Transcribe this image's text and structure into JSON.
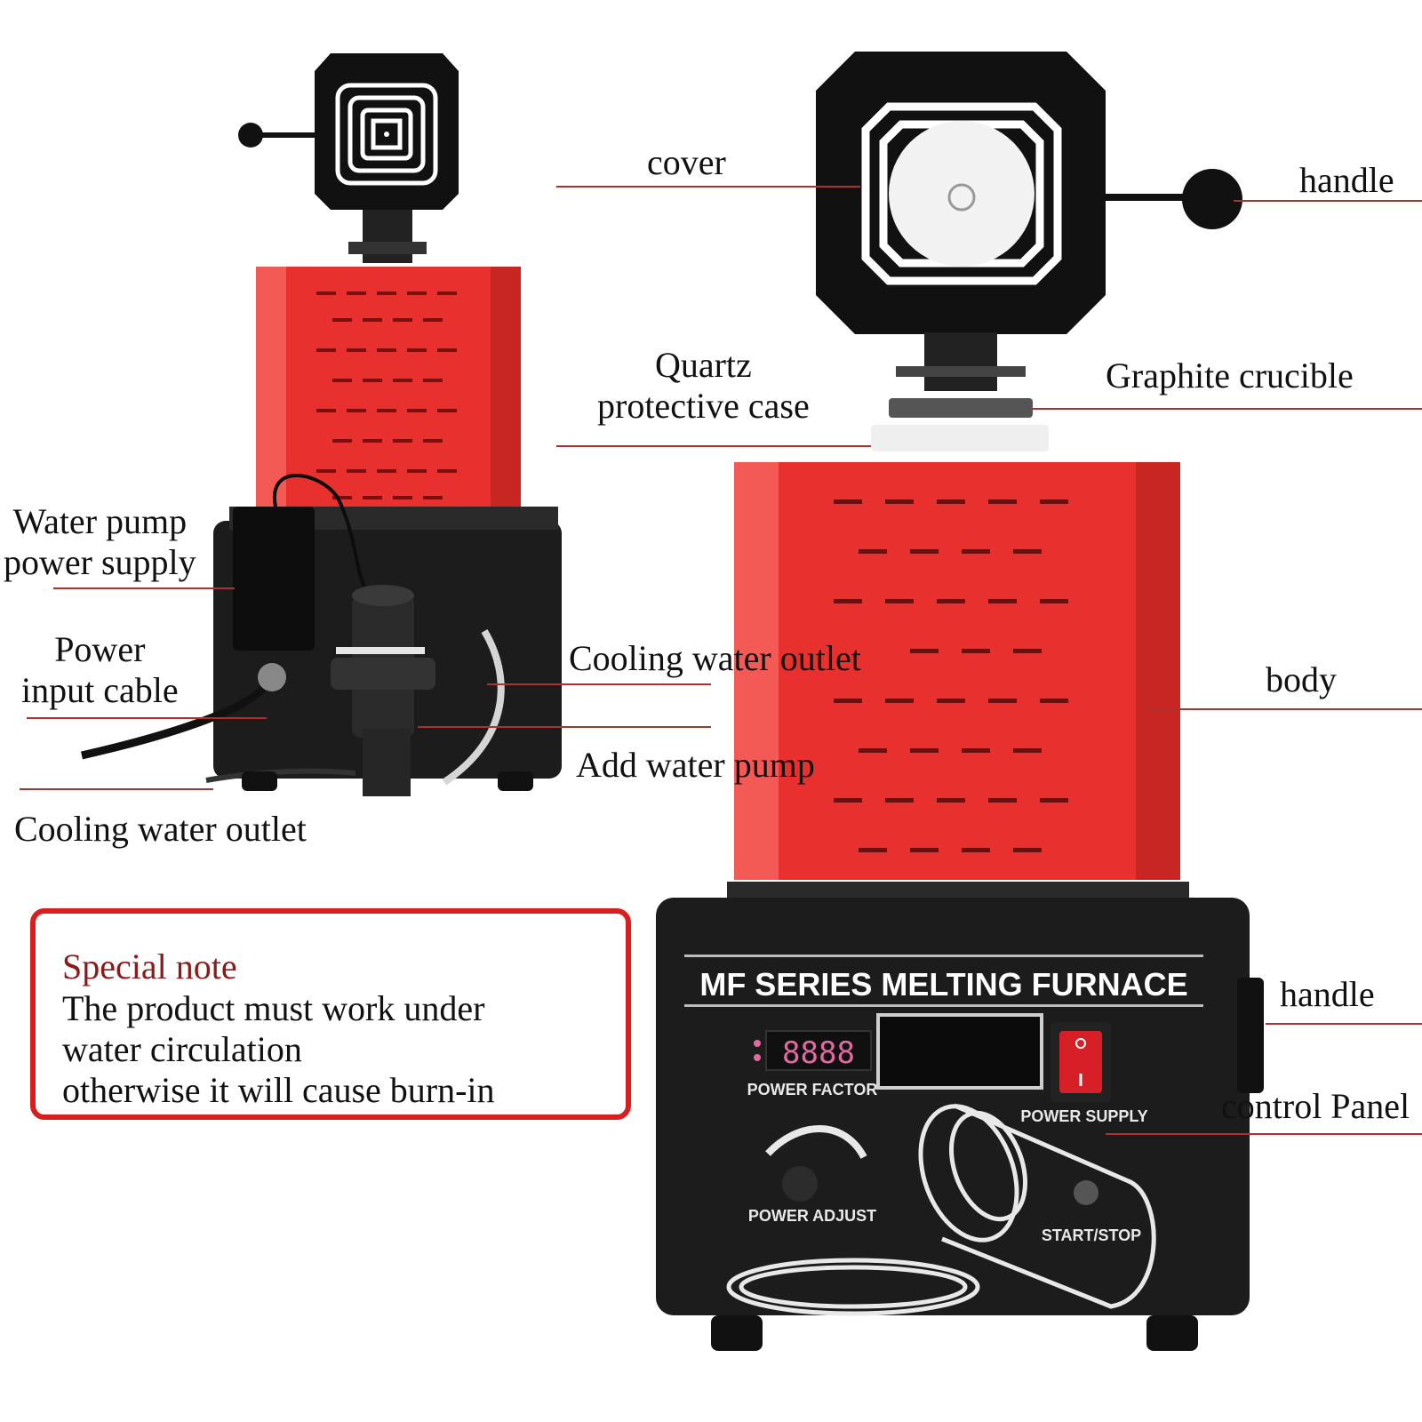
{
  "colors": {
    "furnace_red": "#e8312f",
    "base_black": "#1c1c1c",
    "leader_line": "#b03030",
    "note_border": "#d81e1e",
    "note_title": "#8b1a1a"
  },
  "labels": {
    "cover": "cover",
    "handle_top": "handle",
    "quartz_case": "Quartz\nprotective case",
    "graphite_crucible": "Graphite crucible",
    "water_pump_power": "Water pump\npower supply",
    "power_input_cable": "Power\ninput cable",
    "cooling_water_outlet_mid": "Cooling water outlet",
    "add_water_pump": "Add water pump",
    "body": "body",
    "cooling_water_outlet_left": "Cooling water outlet",
    "handle_right": "handle",
    "control_panel": "control Panel"
  },
  "note": {
    "title": "Special note",
    "lines": [
      "The product must work under",
      "water circulation",
      "otherwise it will cause burn-in"
    ]
  },
  "panel": {
    "series_title": "MF SERIES MELTING FURNACE",
    "display_value": "8888",
    "power_factor": "POWER FACTOR",
    "power_supply": "POWER SUPPLY",
    "power_adjust": "POWER ADJUST",
    "start_stop": "START/STOP"
  },
  "icons": [
    "cover-grille-icon",
    "crucible-icon",
    "water-pump-icon",
    "power-switch-icon",
    "knob-icon"
  ]
}
